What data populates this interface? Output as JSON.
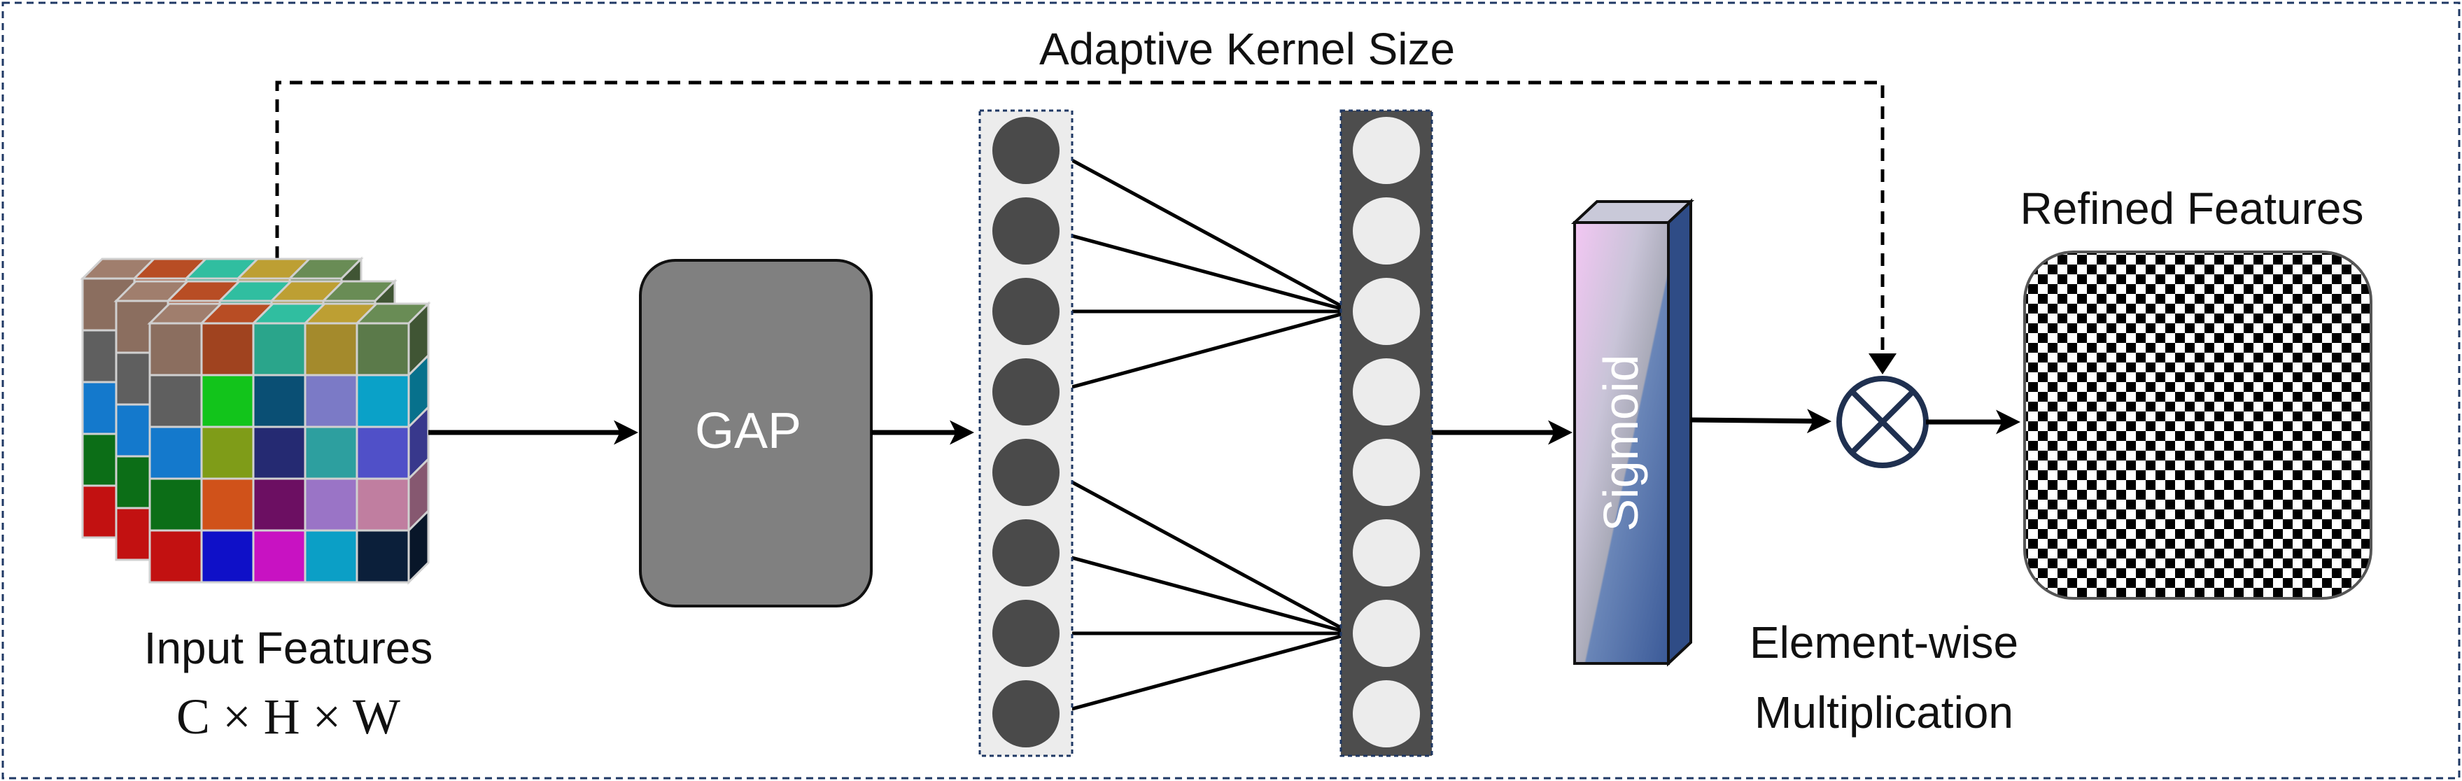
{
  "diagram": {
    "top_label": "Adaptive Kernel Size",
    "input_label": "Input Features",
    "input_dims": "C  × H  × W",
    "gap_label": "GAP",
    "sigmoid_label": "Sigmoid",
    "refined_label": "Refined Features",
    "mult_label_line1": "Element-wise",
    "mult_label_line2": "Multiplication"
  },
  "colors": {
    "gap_fill": "#808080",
    "dark_column": "#4d4d4d",
    "light_node": "#ececec",
    "dark_node": "#4a4a4a",
    "sigmoid_blue": "#3a5a9a",
    "frame": "#1f3864"
  },
  "cube_palette": [
    [
      "#8b6e5f",
      "#a0431f",
      "#2aa58b",
      "#a48a2c",
      "#5b7a4a"
    ],
    [
      "#5f5f5f",
      "#12c41b",
      "#0a4f74",
      "#7b7ac6",
      "#0aa1c8"
    ],
    [
      "#1479cc",
      "#7f9c18",
      "#252a72",
      "#2d9f9f",
      "#5050c8"
    ],
    [
      "#0c6e17",
      "#d0521a",
      "#6c0f62",
      "#9a74c6",
      "#c07ea0"
    ],
    [
      "#c21111",
      "#0f10c8",
      "#c812c2",
      "#0b9fc6",
      "#0b1f3a"
    ]
  ]
}
